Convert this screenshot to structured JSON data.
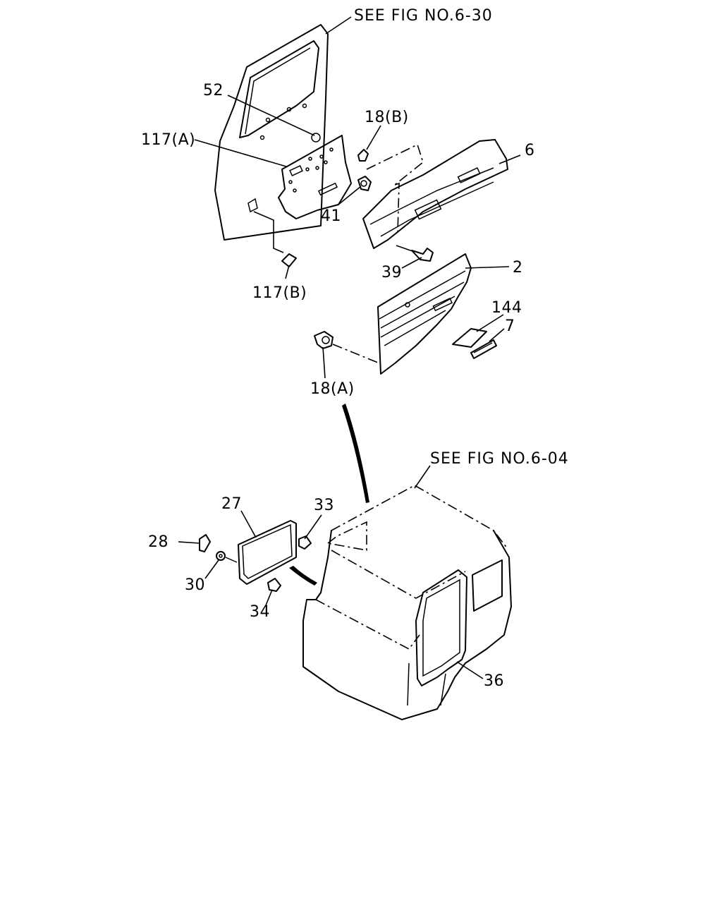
{
  "references": {
    "door_frame": "SEE FIG NO.6-30",
    "cab_body": "SEE FIG NO.6-04"
  },
  "callouts": {
    "p52": "52",
    "p117a": "117(A)",
    "p117b": "117(B)",
    "p18b": "18(B)",
    "p6": "6",
    "p41": "41",
    "p39": "39",
    "p2": "2",
    "p144": "144",
    "p7": "7",
    "p18a": "18(A)",
    "p27": "27",
    "p28": "28",
    "p30": "30",
    "p33": "33",
    "p34": "34",
    "p36": "36"
  }
}
